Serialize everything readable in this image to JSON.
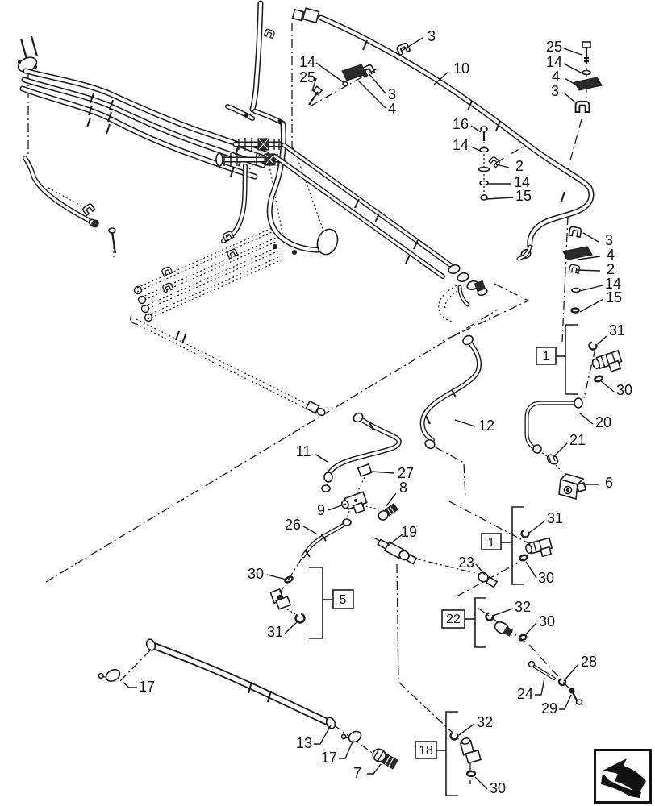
{
  "page": {
    "background": "#ffffff",
    "ink": "#1a1a1a"
  },
  "diagram": {
    "type": "exploded-parts-diagram",
    "subject": "hydraulic-hose-and-fitting-assembly",
    "callouts": [
      {
        "label": "3"
      },
      {
        "label": "10"
      },
      {
        "label": "14"
      },
      {
        "label": "25"
      },
      {
        "label": "3"
      },
      {
        "label": "4"
      },
      {
        "label": "25"
      },
      {
        "label": "14"
      },
      {
        "label": "4"
      },
      {
        "label": "3"
      },
      {
        "label": "16"
      },
      {
        "label": "14"
      },
      {
        "label": "2"
      },
      {
        "label": "14"
      },
      {
        "label": "15"
      },
      {
        "label": "3"
      },
      {
        "label": "4"
      },
      {
        "label": "2"
      },
      {
        "label": "14"
      },
      {
        "label": "15"
      },
      {
        "label": "31"
      },
      {
        "label": "30"
      },
      {
        "label": "20"
      },
      {
        "label": "21"
      },
      {
        "label": "6"
      },
      {
        "label": "12"
      },
      {
        "label": "11"
      },
      {
        "label": "27"
      },
      {
        "label": "8"
      },
      {
        "label": "9"
      },
      {
        "label": "26"
      },
      {
        "label": "19"
      },
      {
        "label": "23"
      },
      {
        "label": "31"
      },
      {
        "label": "30"
      },
      {
        "label": "30"
      },
      {
        "label": "31"
      },
      {
        "label": "32"
      },
      {
        "label": "30"
      },
      {
        "label": "28"
      },
      {
        "label": "24"
      },
      {
        "label": "29"
      },
      {
        "label": "17"
      },
      {
        "label": "13"
      },
      {
        "label": "17"
      },
      {
        "label": "7"
      },
      {
        "label": "32"
      },
      {
        "label": "30"
      }
    ],
    "boxed_refs": [
      {
        "label": "1"
      },
      {
        "label": "1"
      },
      {
        "label": "5"
      },
      {
        "label": "22"
      },
      {
        "label": "18"
      }
    ],
    "nav_icon": "page-continuation-arrow"
  }
}
